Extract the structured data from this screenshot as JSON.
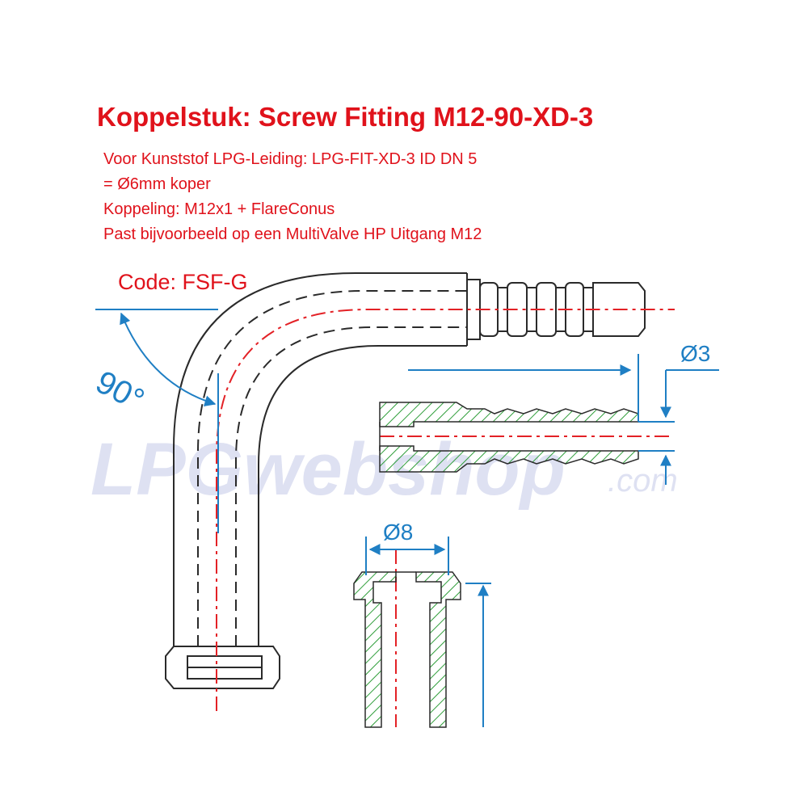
{
  "title": "Koppelstuk: Screw Fitting M12-90-XD-3",
  "description": [
    "Voor Kunststof LPG-Leiding: LPG-FIT-XD-3 ID DN 5",
    "= Ø6mm koper",
    "Koppeling: M12x1 + FlareConus",
    "Past bijvoorbeeld op een MultiValve HP Uitgang M12"
  ],
  "code": "Code: FSF-G",
  "watermark": {
    "main": "LPGwebshop",
    "suffix": ".com"
  },
  "dimensions": {
    "angle": "90°",
    "barb_diameter": "Ø3",
    "nut_diameter": "Ø8"
  },
  "colors": {
    "title": "#e0121b",
    "dimension": "#1f7fc4",
    "centerline": "#e32126",
    "outline": "#2a2a2a",
    "hatch": "#2f9e3a",
    "watermark": "#d9dcf0"
  }
}
